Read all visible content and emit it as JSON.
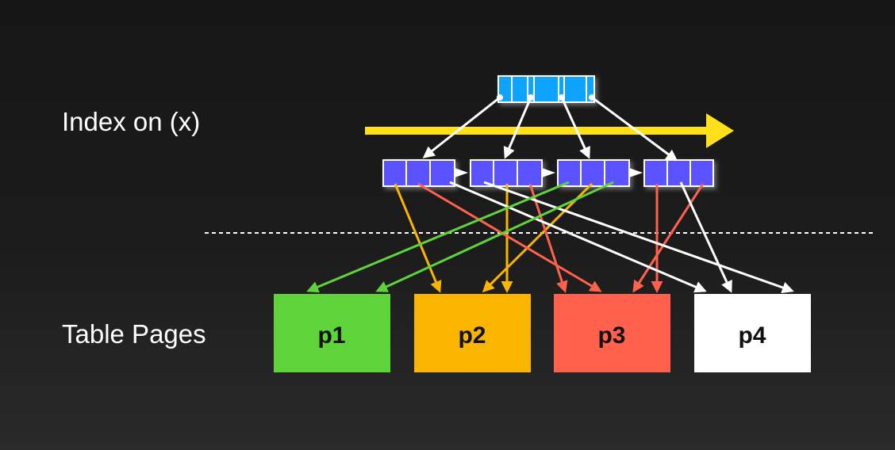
{
  "labels": {
    "index": "Index on (x)",
    "table": "Table Pages"
  },
  "pages": [
    {
      "label": "p1",
      "color": "#5fd33a",
      "text_color": "#111111"
    },
    {
      "label": "p2",
      "color": "#f9b500",
      "text_color": "#111111"
    },
    {
      "label": "p3",
      "color": "#ff614d",
      "text_color": "#111111"
    },
    {
      "label": "p4",
      "color": "#ffffff",
      "text_color": "#111111"
    }
  ],
  "colors": {
    "root_node": "#0aa3ff",
    "leaf_node": "#5a51ff",
    "scan_arrow": "#ffe01a",
    "separator": "#ffffff",
    "pointer_white": "#ffffff",
    "pointer_green": "#5fd33a",
    "pointer_orange": "#f9b500",
    "pointer_red": "#ff614d"
  }
}
